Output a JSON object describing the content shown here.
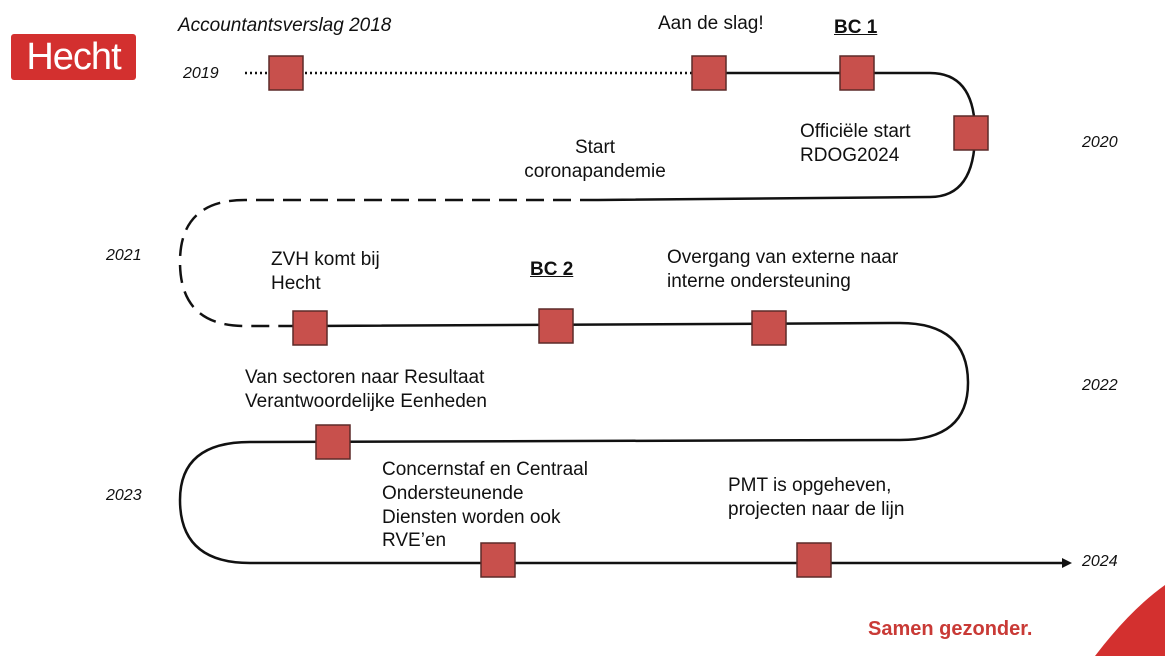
{
  "brand": {
    "logo": "Hecht",
    "color": "#d3302f",
    "slogan": "Samen gezonder."
  },
  "title": "Accountantsverslag 2018",
  "years": [
    "2019",
    "2020",
    "2021",
    "2022",
    "2023",
    "2024"
  ],
  "events": {
    "aan_de_slag": "Aan de slag!",
    "bc1": "BC 1",
    "officiele_start": [
      "Officiële start",
      "RDOG2024"
    ],
    "start_corona": [
      "Start",
      "coronapandemie"
    ],
    "zvh": [
      "ZVH komt bij",
      "Hecht"
    ],
    "bc2": "BC 2",
    "overgang": [
      "Overgang van externe naar",
      "interne ondersteuning"
    ],
    "sectoren": [
      "Van sectoren naar Resultaat",
      "Verantwoordelijke Eenheden"
    ],
    "concernstaf": [
      "Concernstaf en Centraal",
      "Ondersteunende",
      "Diensten worden ook",
      "RVE’en"
    ],
    "pmt": [
      "PMT is opgeheven,",
      "projecten naar de lijn"
    ]
  },
  "colors": {
    "milestone": "#c8504c",
    "line": "#111111",
    "slogan": "#c93a36"
  }
}
